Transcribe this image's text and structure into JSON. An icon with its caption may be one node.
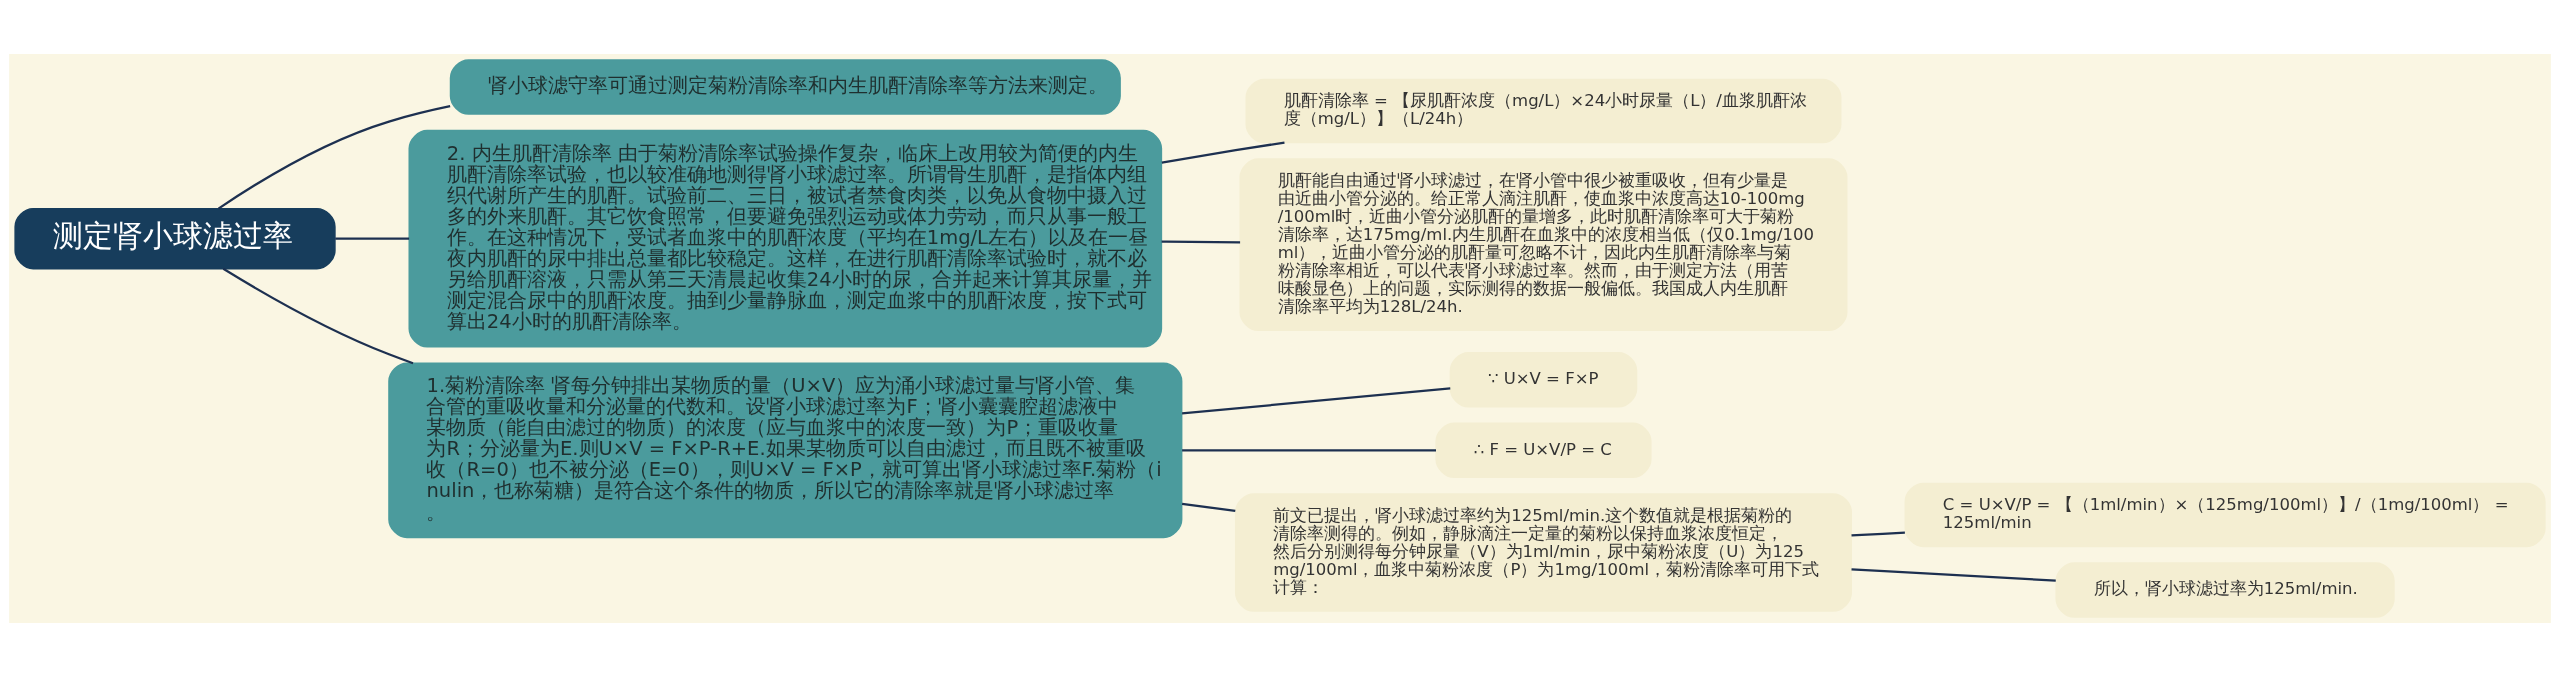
{
  "diagram": {
    "nodes": [
      {
        "text": [
          "测定肾小球滤过率"
        ]
      },
      {
        "text": [
          "肾小球滤守率可通过测定菊粉清除率和内生肌酐清除率等方法来测定。"
        ]
      },
      {
        "text": [
          "2. 内生肌酐清除率 由于菊粉清除率试验操作复杂，临床上改用较为简便的内生肌酐清除率试验，也以较准确地测得肾小球滤过率。所谓骨生肌酐，是指体内组织代谢所产生的肌酐。试验前二、三日，被试者禁食肉类，以免从食物中摄入过多的外来肌酐。其它饮食照常，但要避免强烈运动或体力劳动，而只从事一般工作。在这种情况下，受试者血浆中的肌酐浓度（平均在1mg/L左右）以及在一昼夜内肌酐的尿中排出总量都比较稳定。这样，在进行肌酐清除率试验时，就不必另给肌酐溶液，只需从第三天清晨起收集24小时的尿，合并起来计算其尿量，并测定混合尿中的肌酐浓度。抽到少量静脉血，测定血浆中的肌酐浓度，按下式可算出24小时的肌酐清除率。"
        ]
      },
      {
        "text": [
          "1.菊粉清除率 肾每分钟排出某物质的量（U×V）应为涌小球滤过量与肾小管、集合管的重吸收量和分泌量的代数和。设肾小球滤过率为F；肾小囊囊腔超滤液中某物质（能自由滤过的物质）的浓度（应与血浆中的浓度一致）为P；重吸收量为R；分泌量为E.则U×V = F×P-R+E.如果某物质可以自由滤过，而且既不被重吸收（R=0）也不被分泌（E=0），则U×V = F×P，就可算出肾小球滤过率F.菊粉（inulin，也称菊糖）是符合这个条件的物质，所以它的清除率就是肾小球滤过率。"
        ]
      },
      {
        "text": [
          "∵ U×V = F×P"
        ]
      },
      {
        "text": [
          "∴ F = U×V/P = C"
        ]
      },
      {
        "text": [
          "前文已提出，肾小球滤过率约为125ml/min.这个数值就是根据菊粉的清除率测得的。例如，静脉滴注一定量的菊粉以保持血浆浓度恒定，然后分别测得每分钟尿量（V）为1ml/min，尿中菊粉浓度（U）为125mg/100ml，血浆中菊粉浓度（P）为1mg/100ml，菊粉清除率可用下式计算："
        ]
      },
      {
        "text": [
          "C = U×V/P = 【（1ml/min）×（125mg/100ml）】/（1mg/100ml） = 125ml/min"
        ]
      },
      {
        "text": [
          "所以，肾小球滤过率为125ml/min."
        ]
      },
      {
        "text": [
          "肌酐清除率 = 【尿肌酐浓度（mg/L）×24小时尿量（L）/血浆肌酐浓度（mg/L）】（L/24h）"
        ]
      },
      {
        "text": [
          "肌酐能自由通过肾小球滤过，在肾小管中很少被重吸收，但有少量是由近曲小管分泌的。给正常人滴注肌酐，使血浆中浓度高达10-100mg/100ml时，近曲小管分泌肌酐的量增多，此时肌酐清除率可大于菊粉清除率，达175mg/ml.内生肌酐在血浆中的浓度相当低（仅0.1mg/100ml），近曲小管分泌的肌酐量可忽略不计，因此内生肌酐清除率与菊粉清除率相近，可以代表肾小球滤过率。然而，由于测定方法（用苦味酸显色）上的问题，实际测得的数据一般偏低。我国成人内生肌酐清除率平均为128L/24h."
        ]
      }
    ],
    "edges": [
      {
        "from": 0,
        "to": 1,
        "arrow": "none"
      },
      {
        "from": 0,
        "to": 2,
        "arrow": "none"
      },
      {
        "from": 0,
        "to": 3,
        "arrow": "none"
      },
      {
        "from": 3,
        "to": 4,
        "arrow": "none"
      },
      {
        "from": 3,
        "to": 5,
        "arrow": "none"
      },
      {
        "from": 3,
        "to": 6,
        "arrow": "none"
      },
      {
        "from": 6,
        "to": 7,
        "arrow": "none"
      },
      {
        "from": 6,
        "to": 8,
        "arrow": "none"
      },
      {
        "from": 2,
        "to": 9,
        "arrow": "none"
      },
      {
        "from": 2,
        "to": 10,
        "arrow": "none"
      }
    ]
  }
}
